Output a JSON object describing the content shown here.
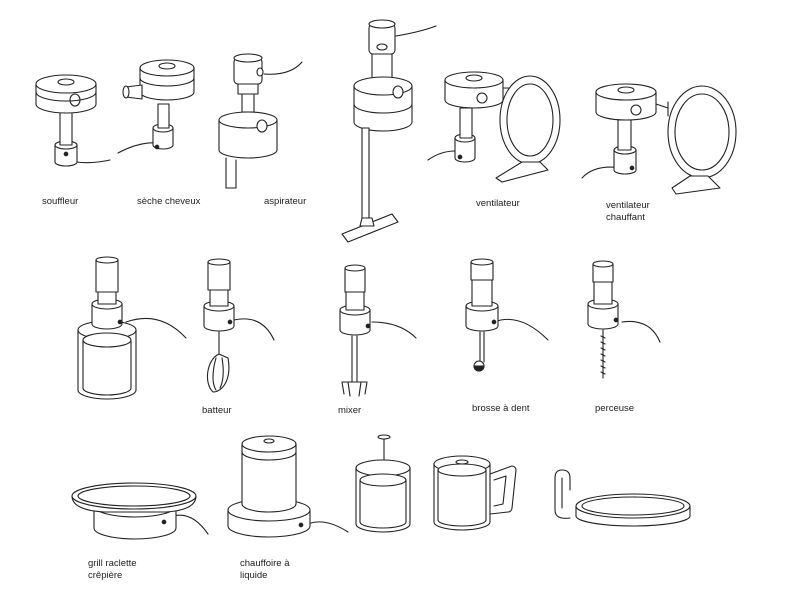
{
  "labels": {
    "souffleur": "souffleur",
    "seche_cheveux": "sèche cheveux",
    "aspirateur": "aspirateur",
    "ventilateur": "ventilateur",
    "ventilateur_chauffant_1": "ventilateur",
    "ventilateur_chauffant_2": "chauffant",
    "batteur": "batteur",
    "mixer": "mixer",
    "brosse_a_dent": "brosse à dent",
    "perceuse": "perceuse",
    "grill_1": "grill raclette",
    "grill_2": "crêpière",
    "chauffoire_1": "chauffoire à",
    "chauffoire_2": "liquide"
  },
  "colors": {
    "line": "#222222",
    "text": "#222222",
    "background": "#ffffff"
  }
}
